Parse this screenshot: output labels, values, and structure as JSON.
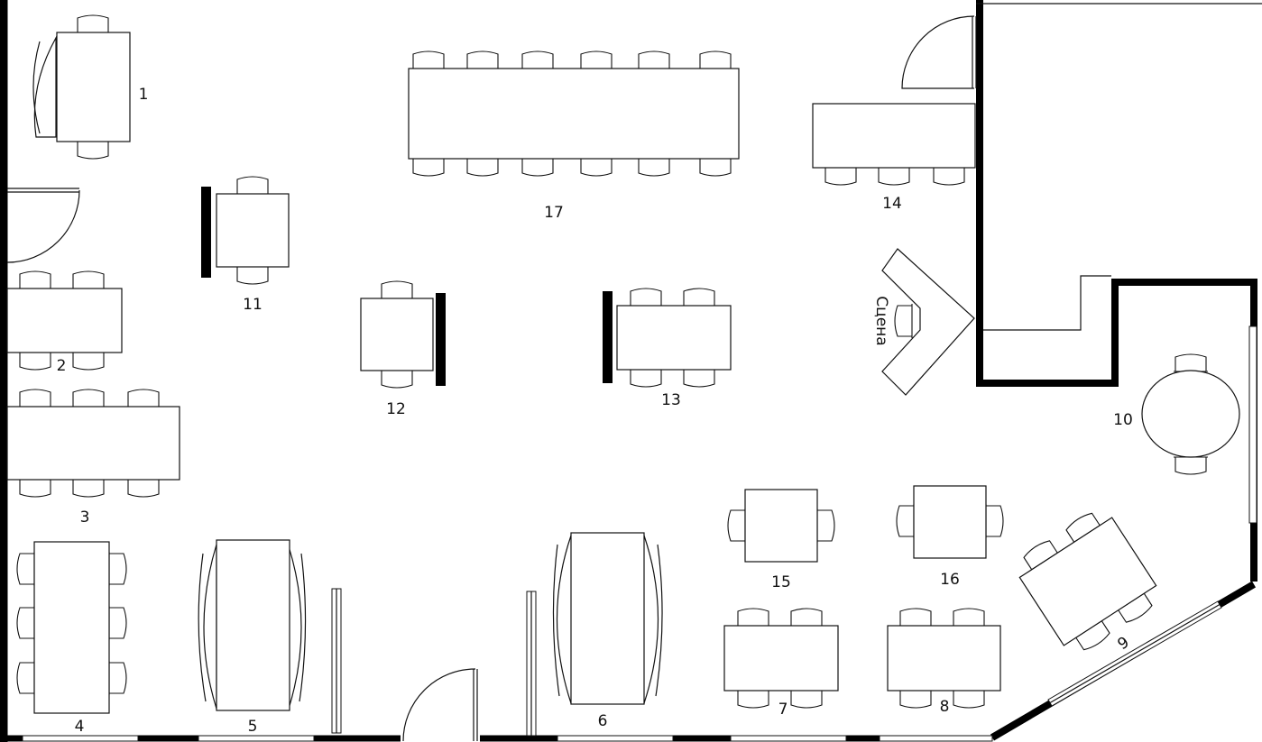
{
  "plan": {
    "tables": [
      {
        "number": "1"
      },
      {
        "number": "2"
      },
      {
        "number": "3"
      },
      {
        "number": "4"
      },
      {
        "number": "5"
      },
      {
        "number": "6"
      },
      {
        "number": "7"
      },
      {
        "number": "8"
      },
      {
        "number": "9"
      },
      {
        "number": "10"
      },
      {
        "number": "11"
      },
      {
        "number": "12"
      },
      {
        "number": "13"
      },
      {
        "number": "14"
      },
      {
        "number": "15"
      },
      {
        "number": "16"
      },
      {
        "number": "17"
      }
    ],
    "stage_label": "Сцена",
    "colors": {
      "wall": "#000000",
      "line": "#111111",
      "background": "#ffffff"
    }
  }
}
